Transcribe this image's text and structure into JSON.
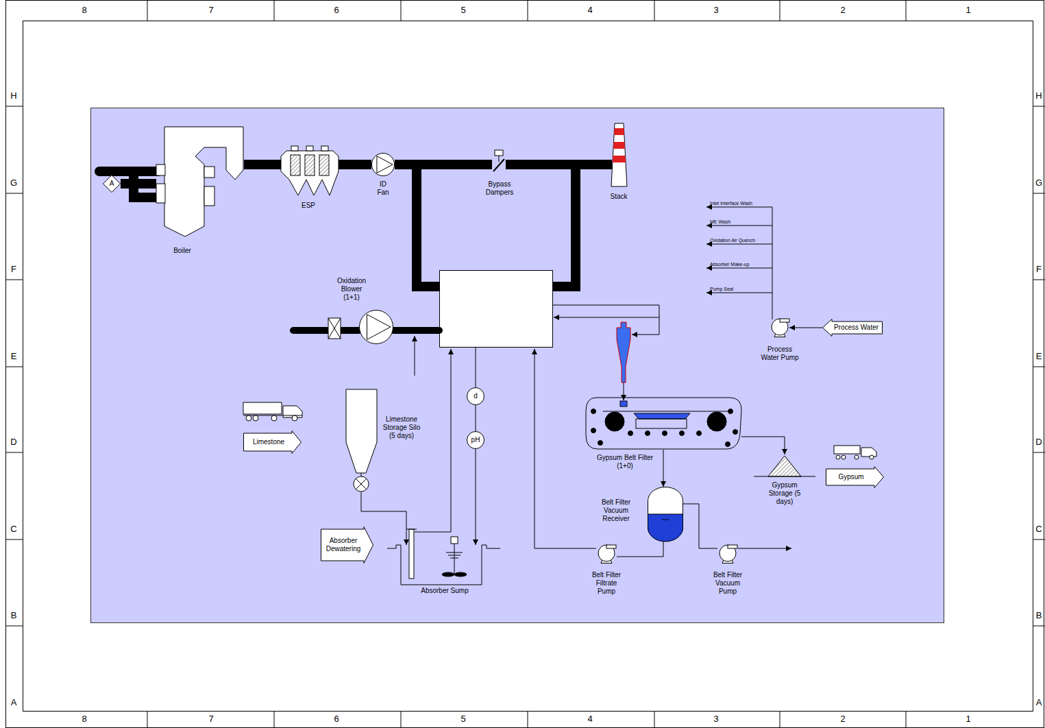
{
  "diagram": {
    "nodes": [
      {
        "text": [
          "A"
        ]
      },
      {
        "text": [
          "Boiler"
        ]
      },
      {
        "text": [
          "ESP"
        ]
      },
      {
        "text": [
          "ID Fan"
        ]
      },
      {
        "text": [
          "Bypass Dampers"
        ]
      },
      {
        "text": [
          "Stack"
        ]
      },
      {
        "text": [
          "Oxidation Blower (1+1)"
        ]
      },
      {
        "text": [
          "Process Water Pump"
        ]
      },
      {
        "text": [
          "Process Water"
        ]
      },
      {
        "text": [
          "Limestone"
        ]
      },
      {
        "text": [
          "Limestone Storage Silo (5 days)"
        ]
      },
      {
        "text": [
          "d"
        ]
      },
      {
        "text": [
          "pH"
        ]
      },
      {
        "text": [
          "Gypsum Belt Filter (1+0)"
        ]
      },
      {
        "text": [
          "Gypsum Storage (5 days)"
        ]
      },
      {
        "text": [
          "Gypsum"
        ]
      },
      {
        "text": [
          "Belt Filter Vacuum Receiver"
        ]
      },
      {
        "text": [
          "Absorber Dewatering"
        ]
      },
      {
        "text": [
          "Absorber Sump"
        ]
      },
      {
        "text": [
          "Belt Filter Filtrate Pump"
        ]
      },
      {
        "text": [
          "Belt Filter Vacuum Pump"
        ]
      }
    ],
    "edges": [
      {
        "from": 0,
        "to": 1,
        "arrow": "none"
      },
      {
        "from": 1,
        "to": 2,
        "arrow": "none"
      },
      {
        "from": 2,
        "to": 3,
        "arrow": "none"
      },
      {
        "from": 3,
        "to": 4,
        "arrow": "none"
      },
      {
        "from": 4,
        "to": 5,
        "arrow": "none"
      },
      {
        "from": 8,
        "to": 7,
        "arrow": "to"
      },
      {
        "from": 10,
        "to": 18,
        "arrow": "to"
      },
      {
        "from": 11,
        "to": 12,
        "arrow": "none"
      },
      {
        "from": 12,
        "to": 18,
        "arrow": "to"
      },
      {
        "from": 13,
        "to": 16,
        "arrow": "to"
      },
      {
        "from": 13,
        "to": 14,
        "arrow": "to"
      },
      {
        "from": 16,
        "to": 19,
        "arrow": "none"
      },
      {
        "from": 16,
        "to": 20,
        "arrow": "none"
      }
    ],
    "labels": [
      "8",
      "7",
      "6",
      "5",
      "4",
      "3",
      "2",
      "1",
      "8",
      "7",
      "6",
      "5",
      "4",
      "3",
      "2",
      "1",
      "H",
      "G",
      "F",
      "E",
      "D",
      "C",
      "B",
      "A",
      "H",
      "G",
      "F",
      "E",
      "D",
      "C",
      "B",
      "A",
      "Inlet Interface Wash",
      "ME  Wash",
      "Oxidation Air Quench",
      "Absorber Make-up",
      "Pump Seal"
    ]
  }
}
